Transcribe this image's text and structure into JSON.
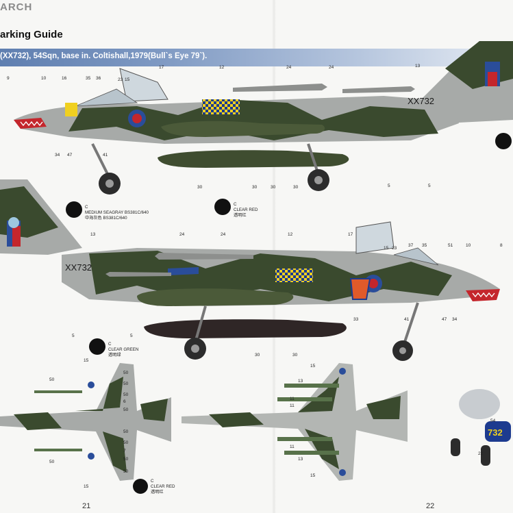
{
  "header": {
    "brand": "ARCH",
    "title": "arking Guide",
    "banner": "(XX732), 54Sqn, base in. Coltishall,1979(Bull`s Eye 79`)."
  },
  "pages": {
    "left": "21",
    "right": "22"
  },
  "aircraft_serial": "XX732",
  "nose_number": "732",
  "paint_callouts": [
    {
      "code": "C",
      "name": "MEDIUM SEAGRAY BS381C/640",
      "name_cn": "中海灰色 BS381C/640"
    },
    {
      "code": "C",
      "name": "CLEAR RED",
      "name_cn": "透明红"
    },
    {
      "code": "C",
      "name": "CLEAR GREEN",
      "name_cn": "透明绿"
    },
    {
      "code": "C",
      "name": "CLEAR RED",
      "name_cn": "透明红"
    }
  ],
  "part_numbers": {
    "top": [
      "9",
      "10",
      "16",
      "35",
      "36",
      "23",
      "15",
      "17",
      "12",
      "24",
      "24",
      "13",
      "34",
      "47",
      "41",
      "30",
      "30",
      "30",
      "30",
      "5",
      "5"
    ],
    "middle": [
      "13",
      "24",
      "24",
      "12",
      "17",
      "15",
      "23",
      "37",
      "35",
      "51",
      "10",
      "8",
      "5",
      "5",
      "30",
      "30",
      "33",
      "41",
      "47",
      "34"
    ],
    "bottom_left": [
      "15",
      "50",
      "50",
      "50",
      "50",
      "6",
      "50",
      "50",
      "50",
      "7",
      "50",
      "50",
      "50",
      "15"
    ],
    "bottom_mid": [
      "15",
      "13",
      "11",
      "11",
      "11",
      "13",
      "15"
    ],
    "gear": [
      "22",
      "54"
    ]
  },
  "colors": {
    "camo_green": "#3a4a2e",
    "camo_gray": "#a7aaa8",
    "banner_blue": "#5f7fb0",
    "roundel_red": "#c4262c",
    "roundel_blue": "#2a4d9a",
    "checker_yellow": "#f0d020",
    "checker_blue": "#1d3b8f"
  }
}
